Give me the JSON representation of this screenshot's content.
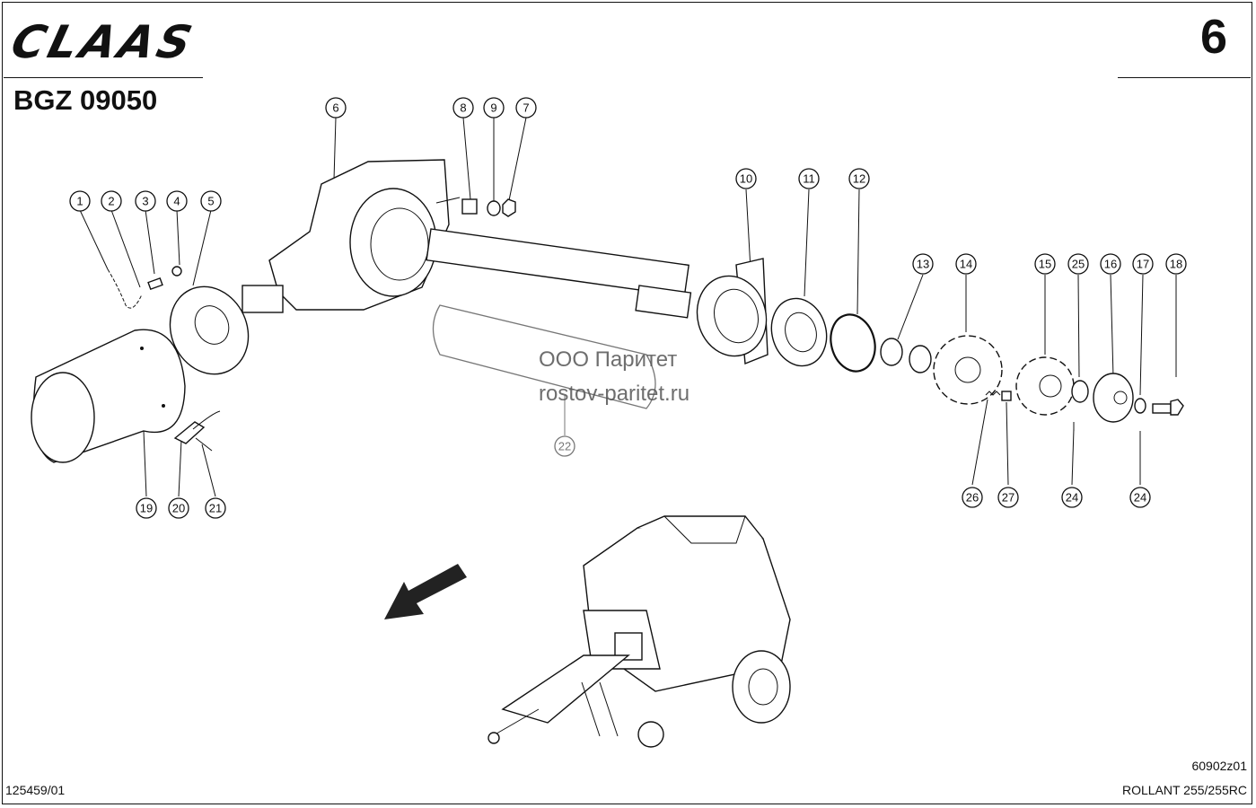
{
  "header": {
    "brand_logo": "CLAAS",
    "doc_code": "BGZ 09050",
    "sheet_number": "6"
  },
  "footer": {
    "left_code": "125459/01",
    "drawing_code": "60902z01",
    "model": "ROLLANT 255/255RC"
  },
  "watermark": {
    "line1": "ООО Паритет",
    "line2": "rostov-paritet.ru"
  },
  "callouts": [
    {
      "label": "1"
    },
    {
      "label": "2"
    },
    {
      "label": "3"
    },
    {
      "label": "4"
    },
    {
      "label": "5"
    },
    {
      "label": "6"
    },
    {
      "label": "8"
    },
    {
      "label": "9"
    },
    {
      "label": "7"
    },
    {
      "label": "10"
    },
    {
      "label": "11"
    },
    {
      "label": "12"
    },
    {
      "label": "13"
    },
    {
      "label": "14"
    },
    {
      "label": "15"
    },
    {
      "label": "25"
    },
    {
      "label": "16"
    },
    {
      "label": "17"
    },
    {
      "label": "18"
    },
    {
      "label": "19"
    },
    {
      "label": "20"
    },
    {
      "label": "21"
    },
    {
      "label": "22"
    },
    {
      "label": "26"
    },
    {
      "label": "27"
    },
    {
      "label": "24"
    },
    {
      "label": "24"
    }
  ],
  "icons": [
    "arrow-direction-icon",
    "baler-machine-icon"
  ]
}
